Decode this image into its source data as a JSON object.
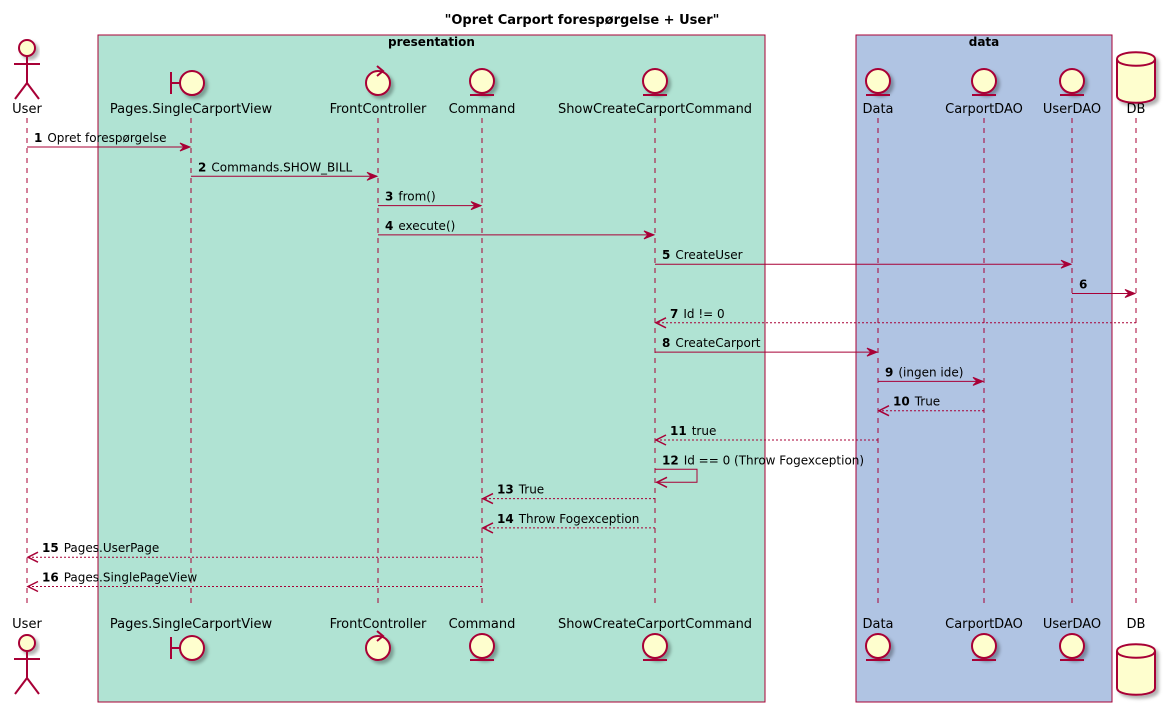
{
  "title": "\"Opret Carport forespørgelse + User\"",
  "boxes": [
    {
      "id": "presentation",
      "label": "presentation",
      "color": "#b0e3d3"
    },
    {
      "id": "data",
      "label": "data",
      "color": "#b0c4e3"
    }
  ],
  "participants": [
    {
      "id": "user",
      "label": "User",
      "kind": "actor"
    },
    {
      "id": "singlecarportview",
      "label": "Pages.SingleCarportView",
      "kind": "boundary"
    },
    {
      "id": "frontcontroller",
      "label": "FrontController",
      "kind": "control"
    },
    {
      "id": "command",
      "label": "Command",
      "kind": "entity"
    },
    {
      "id": "showcreatecarportcommand",
      "label": "ShowCreateCarportCommand",
      "kind": "entity"
    },
    {
      "id": "data",
      "label": "Data",
      "kind": "entity"
    },
    {
      "id": "carportdao",
      "label": "CarportDAO",
      "kind": "entity"
    },
    {
      "id": "userdao",
      "label": "UserDAO",
      "kind": "entity"
    },
    {
      "id": "db",
      "label": "DB",
      "kind": "database"
    }
  ],
  "messages": [
    {
      "n": "1",
      "from": "user",
      "to": "singlecarportview",
      "text": "Opret forespørgelse",
      "style": "sync"
    },
    {
      "n": "2",
      "from": "singlecarportview",
      "to": "frontcontroller",
      "text": "Commands.SHOW_BILL",
      "style": "sync"
    },
    {
      "n": "3",
      "from": "frontcontroller",
      "to": "command",
      "text": "from()",
      "style": "sync"
    },
    {
      "n": "4",
      "from": "frontcontroller",
      "to": "showcreatecarportcommand",
      "text": "execute()",
      "style": "sync"
    },
    {
      "n": "5",
      "from": "showcreatecarportcommand",
      "to": "userdao",
      "text": "CreateUser",
      "style": "sync"
    },
    {
      "n": "6",
      "from": "userdao",
      "to": "db",
      "text": "",
      "style": "sync"
    },
    {
      "n": "7",
      "from": "db",
      "to": "showcreatecarportcommand",
      "text": "Id != 0",
      "style": "return"
    },
    {
      "n": "8",
      "from": "showcreatecarportcommand",
      "to": "data",
      "text": "CreateCarport",
      "style": "sync"
    },
    {
      "n": "9",
      "from": "data",
      "to": "carportdao",
      "text": "(ingen ide)",
      "style": "sync"
    },
    {
      "n": "10",
      "from": "carportdao",
      "to": "data",
      "text": "True",
      "style": "return"
    },
    {
      "n": "11",
      "from": "data",
      "to": "showcreatecarportcommand",
      "text": "true",
      "style": "return"
    },
    {
      "n": "12",
      "from": "showcreatecarportcommand",
      "to": "showcreatecarportcommand",
      "text": "Id == 0 (Throw Fogexception)",
      "style": "self"
    },
    {
      "n": "13",
      "from": "showcreatecarportcommand",
      "to": "command",
      "text": "True",
      "style": "return"
    },
    {
      "n": "14",
      "from": "showcreatecarportcommand",
      "to": "command",
      "text": "Throw Fogexception",
      "style": "return"
    },
    {
      "n": "15",
      "from": "command",
      "to": "user",
      "text": "Pages.UserPage",
      "style": "return"
    },
    {
      "n": "16",
      "from": "command",
      "to": "user",
      "text": "Pages.SinglePageView",
      "style": "return"
    }
  ],
  "colors": {
    "arrow": "#a80036",
    "participant_fill": "#fefece",
    "participant_stroke": "#a80036",
    "lifeline": "#a80036"
  }
}
